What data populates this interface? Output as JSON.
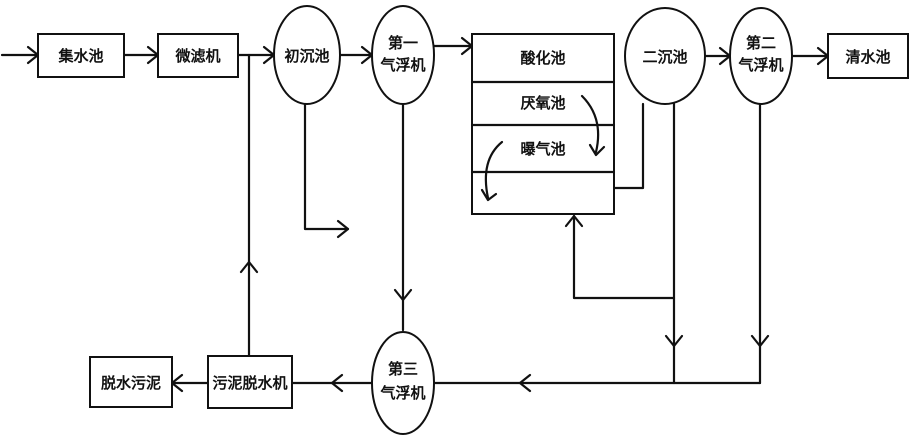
{
  "nodes": {
    "collection_tank": "集水池",
    "micro_filter": "微滤机",
    "primary_sedimentation_tank": "初沉池",
    "first_air_flotation": [
      "第一",
      "气浮机"
    ],
    "acidification_tank": "酸化池",
    "anaerobic_tank": "厌氧池",
    "aeration_tank": "曝气池",
    "secondary_sedimentation_tank": "二沉池",
    "second_air_flotation": [
      "第二",
      "气浮机"
    ],
    "clean_water_tank": "清水池",
    "sludge_dewatering_machine": "污泥脱水机",
    "dewatered_sludge": "脱水污泥",
    "third_air_flotation": [
      "第三",
      "气浮机"
    ]
  },
  "colors": {
    "line": "#111111",
    "background": "#ffffff"
  }
}
